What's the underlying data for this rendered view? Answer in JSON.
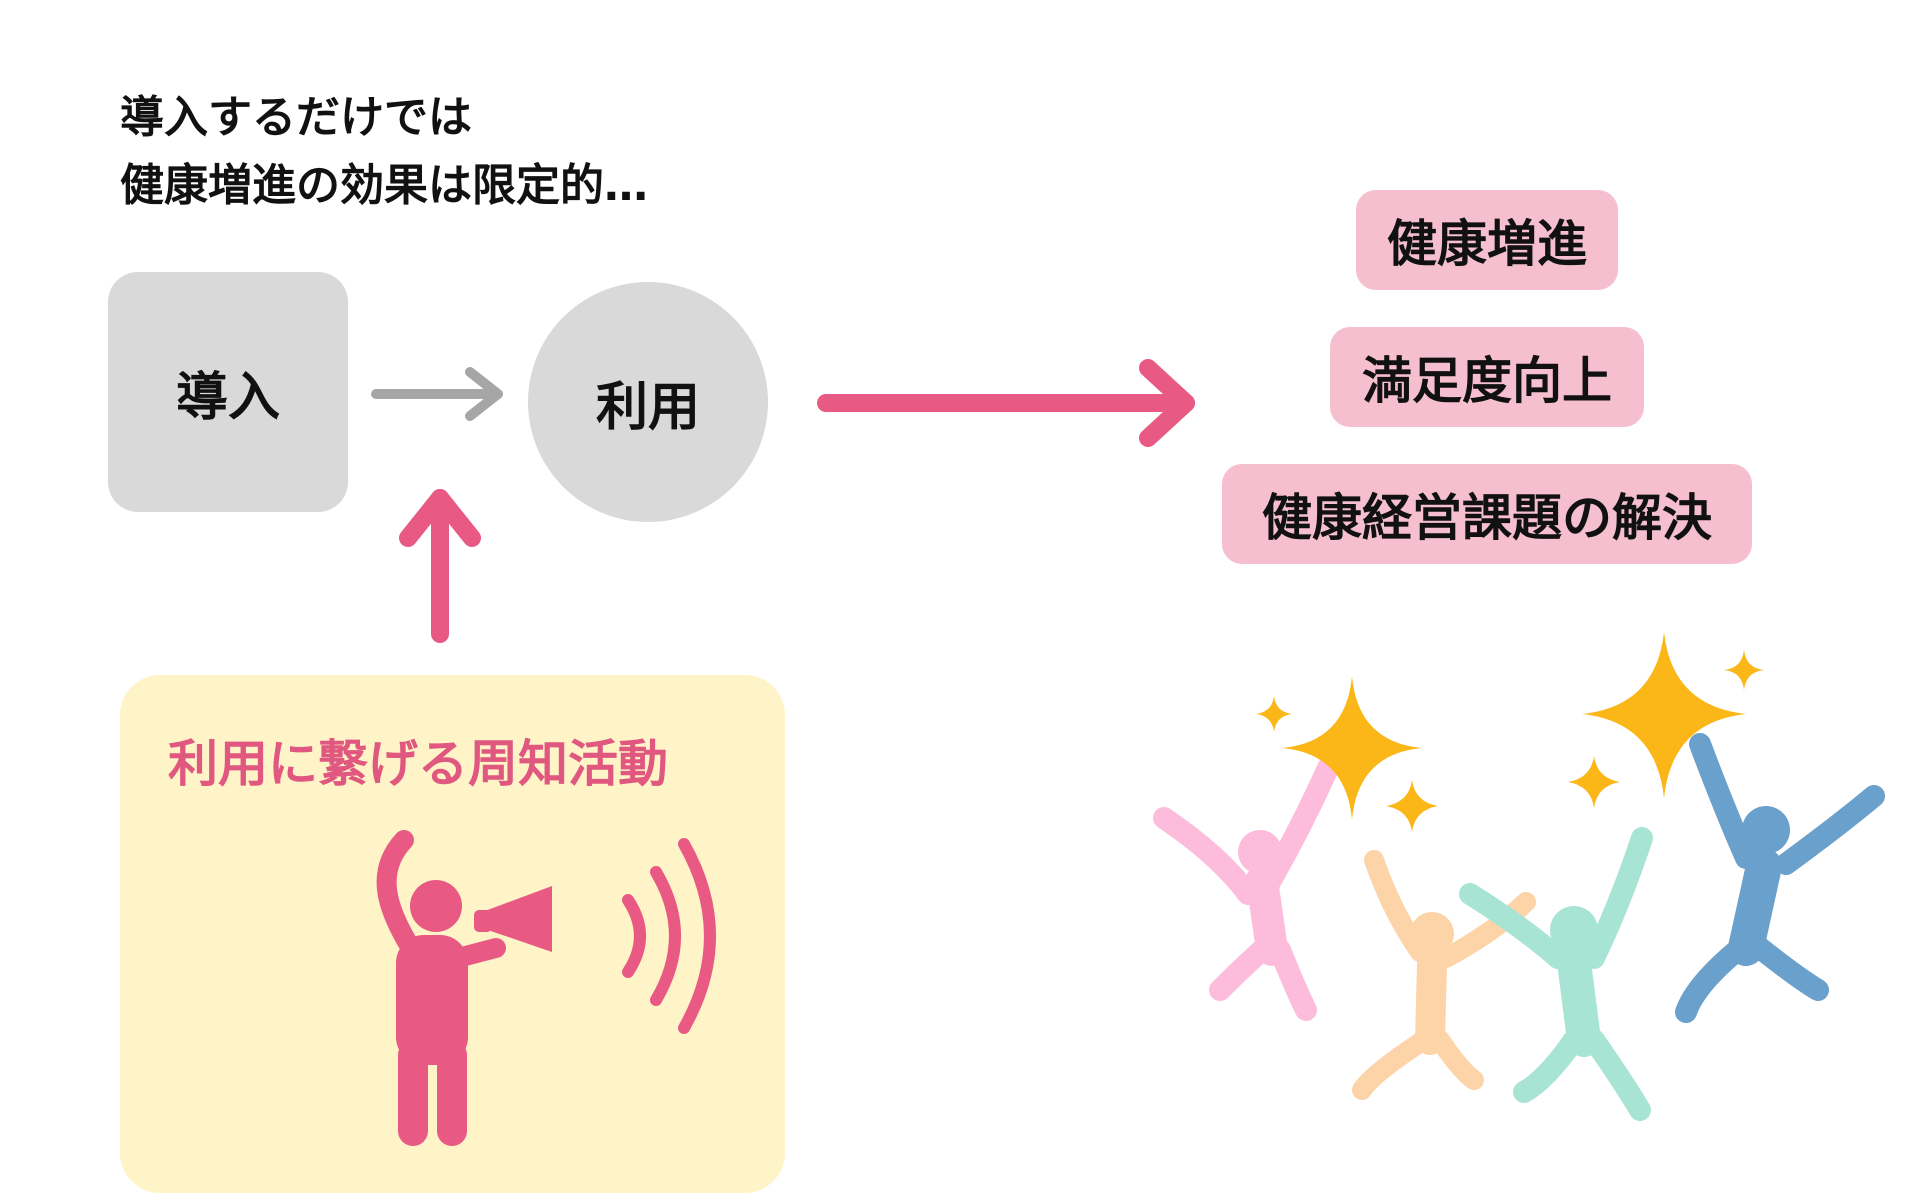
{
  "heading": {
    "line1": "導入するだけでは",
    "line2": "健康増進の効果は限定的…"
  },
  "flow": {
    "intro_label": "導入",
    "use_label": "利用"
  },
  "outcomes": [
    {
      "label": "健康増進"
    },
    {
      "label": "満足度向上"
    },
    {
      "label": "健康経営課題の解決"
    }
  ],
  "promotion": {
    "title": "利用に繋げる周知活動"
  },
  "colors": {
    "accent_pink": "#e85a84",
    "gray_box": "#d9d9d9",
    "gray_arrow": "#a6a6a6",
    "pill_pink": "#f5bfcf",
    "promo_bg": "#fff3c8",
    "sparkle": "#fbb617",
    "figure_pink": "#fdbcdc",
    "figure_peach": "#fdd3a8",
    "figure_mint": "#a8e4d4",
    "figure_blue": "#6aa0cc"
  },
  "icons": {
    "promoter": "megaphone-person-icon",
    "sound": "sound-waves-icon",
    "celebration": "celebrating-people-icon",
    "sparkles": "sparkle-icon"
  }
}
